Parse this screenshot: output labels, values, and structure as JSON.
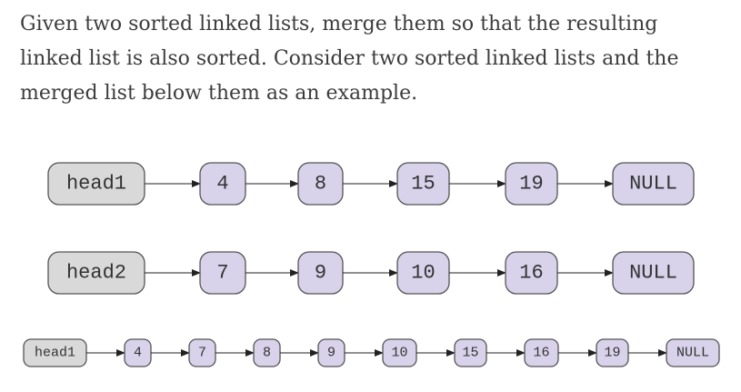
{
  "intro_text": "Given two sorted linked lists, merge them so that the resulting linked list is also sorted. Consider two sorted linked lists and the merged list below them as an example.",
  "colors": {
    "head_fill": "#d9d9d9",
    "node_fill": "#d8d2ea",
    "border": "#555555",
    "arrow": "#222222",
    "text": "#333333"
  },
  "lists": [
    {
      "name": "list1",
      "nodes": [
        "head1",
        "4",
        "8",
        "15",
        "19",
        "NULL"
      ]
    },
    {
      "name": "list2",
      "nodes": [
        "head2",
        "7",
        "9",
        "10",
        "16",
        "NULL"
      ]
    },
    {
      "name": "merged",
      "nodes": [
        "head1",
        "4",
        "7",
        "8",
        "9",
        "10",
        "15",
        "16",
        "19",
        "NULL"
      ]
    }
  ]
}
